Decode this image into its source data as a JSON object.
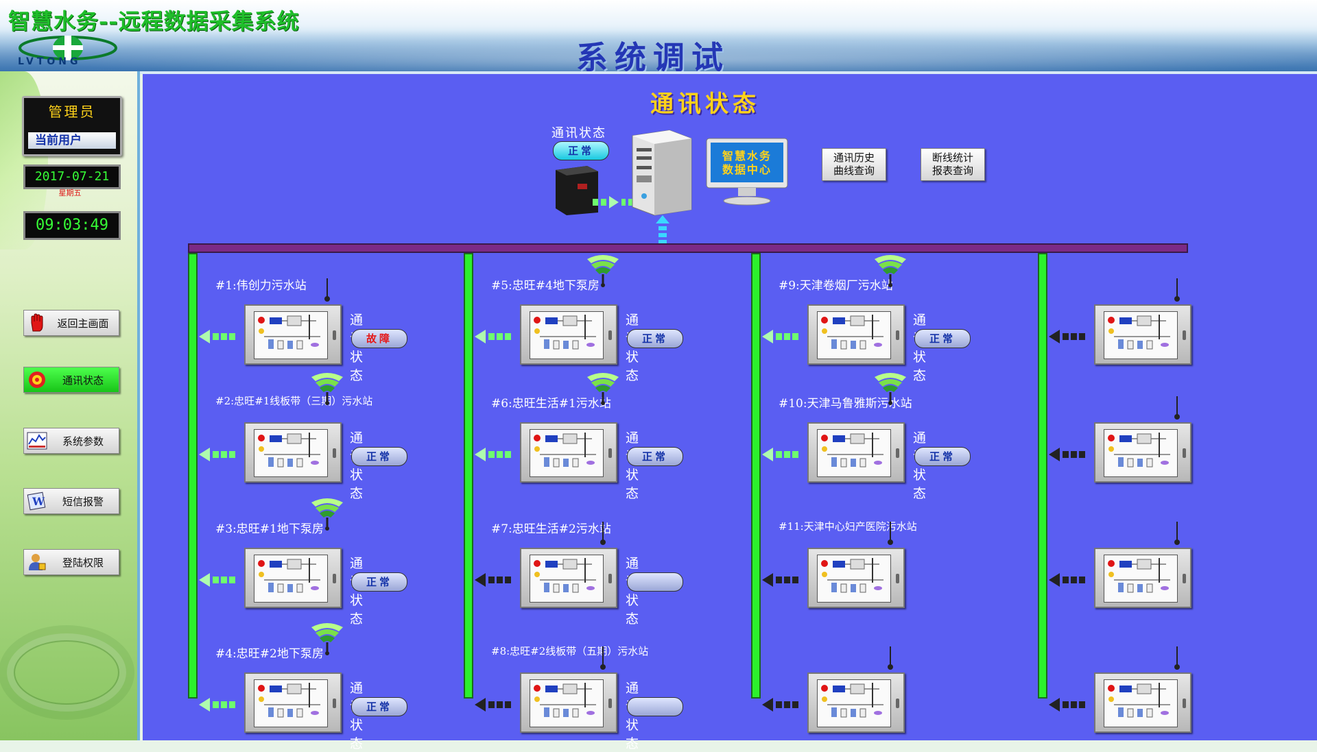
{
  "header": {
    "app_title": "智慧水务--远程数据采集系统",
    "logo_text": "LVTONG",
    "page_title": "系统调试"
  },
  "sidebar": {
    "user_name": "管理员",
    "user_label": "当前用户",
    "date": "2017-07-21",
    "weekday": "星期五",
    "time": "09:03:49",
    "nav": [
      {
        "label": "返回主画面",
        "icon": "hand-icon",
        "active": false
      },
      {
        "label": "通讯状态",
        "icon": "signal-icon",
        "active": true
      },
      {
        "label": "系统参数",
        "icon": "chart-icon",
        "active": false
      },
      {
        "label": "短信报警",
        "icon": "sms-icon",
        "active": false
      },
      {
        "label": "登陆权限",
        "icon": "user-lock-icon",
        "active": false
      }
    ]
  },
  "main": {
    "title": "通讯状态",
    "server": {
      "status_label": "通讯状态",
      "status_value": "正常",
      "monitor_text_line1": "智慧水务",
      "monitor_text_line2": "数据中心"
    },
    "query_buttons": [
      {
        "line1": "通讯历史",
        "line2": "曲线查询"
      },
      {
        "line1": "断线统计",
        "line2": "报表查询"
      }
    ],
    "comm_label": "通讯状态",
    "stations": [
      {
        "title": "#1:伟创力污水站",
        "status": "故障",
        "fault": true,
        "wifi": false,
        "arrow": "green"
      },
      {
        "title": "#2:忠旺#1线板带（三期）污水站",
        "status": "正常",
        "fault": false,
        "wifi": true,
        "arrow": "green"
      },
      {
        "title": "#3:忠旺#1地下泵房",
        "status": "正常",
        "fault": false,
        "wifi": true,
        "arrow": "green"
      },
      {
        "title": "#4:忠旺#2地下泵房",
        "status": "正常",
        "fault": false,
        "wifi": true,
        "arrow": "green"
      },
      {
        "title": "#5:忠旺#4地下泵房",
        "status": "正常",
        "fault": false,
        "wifi": true,
        "arrow": "green"
      },
      {
        "title": "#6:忠旺生活#1污水站",
        "status": "正常",
        "fault": false,
        "wifi": true,
        "arrow": "green"
      },
      {
        "title": "#7:忠旺生活#2污水站",
        "status": "",
        "fault": false,
        "wifi": false,
        "arrow": "dark"
      },
      {
        "title": "#8:忠旺#2线板带（五期）污水站",
        "status": "",
        "fault": false,
        "wifi": false,
        "arrow": "dark"
      },
      {
        "title": "#9:天津卷烟厂污水站",
        "status": "正常",
        "fault": false,
        "wifi": true,
        "arrow": "green"
      },
      {
        "title": "#10:天津马鲁雅斯污水站",
        "status": "正常",
        "fault": false,
        "wifi": true,
        "arrow": "green"
      },
      {
        "title": "#11:天津中心妇产医院污水站",
        "status": "",
        "fault": false,
        "wifi": false,
        "arrow": "dark"
      },
      {
        "title": "",
        "status": "",
        "fault": false,
        "wifi": false,
        "arrow": "dark"
      },
      {
        "title": "",
        "status": "",
        "fault": false,
        "wifi": false,
        "arrow": "dark"
      },
      {
        "title": "",
        "status": "",
        "fault": false,
        "wifi": false,
        "arrow": "dark"
      },
      {
        "title": "",
        "status": "",
        "fault": false,
        "wifi": false,
        "arrow": "dark"
      },
      {
        "title": "",
        "status": "",
        "fault": false,
        "wifi": false,
        "arrow": "dark"
      }
    ]
  }
}
